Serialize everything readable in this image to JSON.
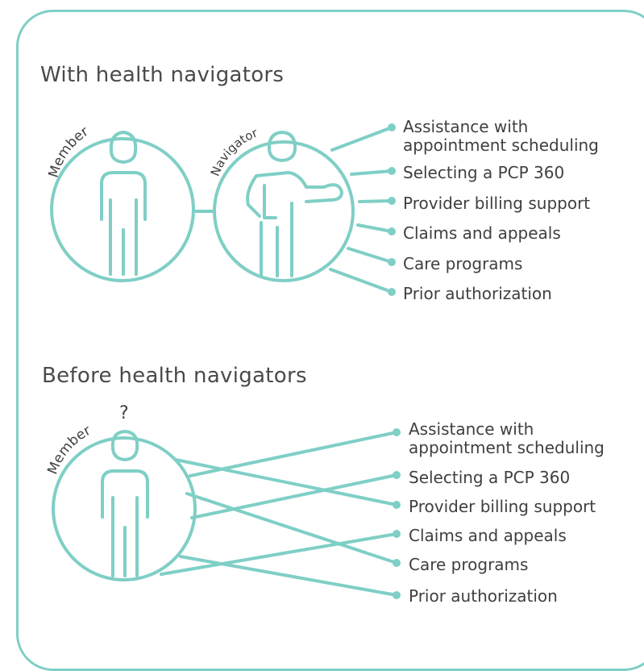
{
  "colors": {
    "accent": "#7fcfc6",
    "text": "#3f3f3f"
  },
  "with_section": {
    "heading": "With health navigators",
    "member_label": "Member",
    "navigator_label": "Navigator",
    "items": [
      "Assistance with",
      "appointment scheduling",
      "Selecting a PCP 360",
      "Provider billing support",
      "Claims and appeals",
      "Care programs",
      "Prior authorization"
    ]
  },
  "before_section": {
    "heading": "Before health navigators",
    "member_label": "Member",
    "question_mark": "?",
    "items": [
      "Assistance with",
      "appointment scheduling",
      "Selecting a PCP 360",
      "Provider billing support",
      "Claims and appeals",
      "Care programs",
      "Prior authorization"
    ]
  }
}
